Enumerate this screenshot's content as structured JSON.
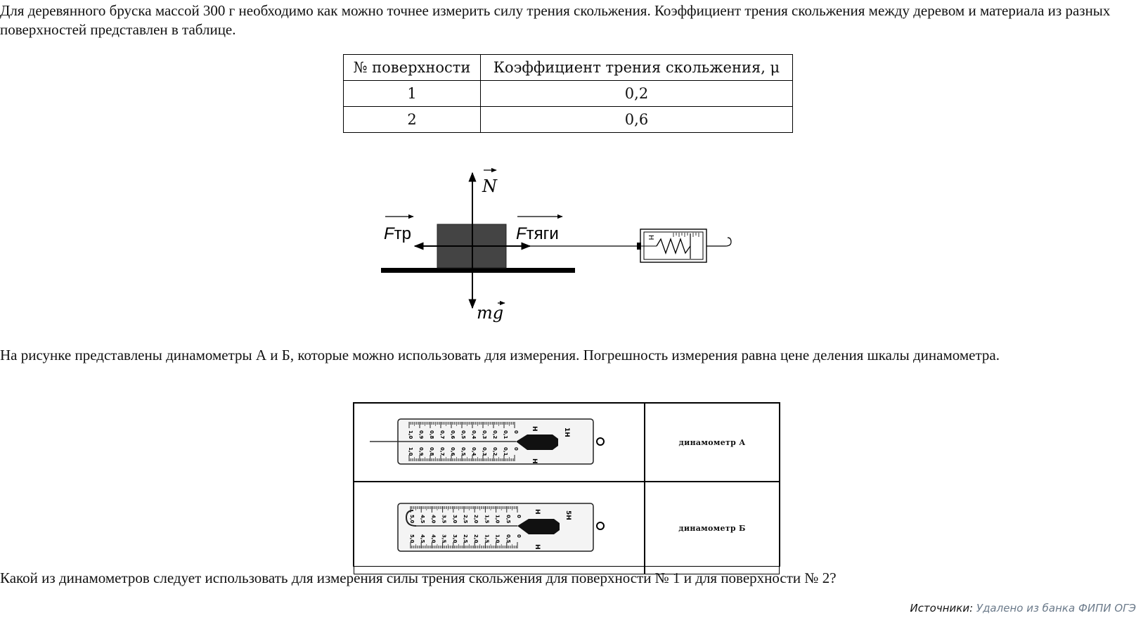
{
  "paragraph1": "Для деревянного бруска массой 300 г необходимо как можно точнее измерить силу трения скольжения. Коэффициент трения скольжения между деревом и материала из разных поверхностей представлен в таблице.",
  "friction_table": {
    "headers": [
      "№ поверхности",
      "Коэффициент трения скольжения, μ"
    ],
    "rows": [
      [
        "1",
        "0,2"
      ],
      [
        "2",
        "0,6"
      ]
    ]
  },
  "force_diagram": {
    "labels": {
      "normal": "N",
      "friction_F": "F",
      "friction_sub": "тр",
      "pull_F": "F",
      "pull_sub": "тяги",
      "gravity": "mg"
    },
    "dynamometer_unit": "Н"
  },
  "paragraph2": "На рисунке представлены динамометры А и Б, которые можно использовать для измерения. Погрешность измерения равна цене деления шкалы динамометра.",
  "dynamometers": [
    {
      "label": "динамометр  А",
      "max_label": "1Н",
      "unit": "Н",
      "scale": [
        "1,0",
        "0,9",
        "0,8",
        "0,7",
        "0,6",
        "0,5",
        "0,4",
        "0,3",
        "0,2",
        "0,1",
        "0"
      ]
    },
    {
      "label": "динамометр  Б",
      "max_label": "5Н",
      "unit": "Н",
      "scale": [
        "5,0",
        "4,5",
        "4,0",
        "3,5",
        "3,0",
        "2,5",
        "2,0",
        "1,5",
        "1,0",
        "0,5",
        "0"
      ]
    }
  ],
  "question": "Какой из динамометров следует использовать для измерения силы трения скольжения для поверхности № 1 и для поверхности № 2?",
  "sources": {
    "label": "Источники:",
    "value": "Удалено из банка ФИПИ ОГЭ"
  }
}
